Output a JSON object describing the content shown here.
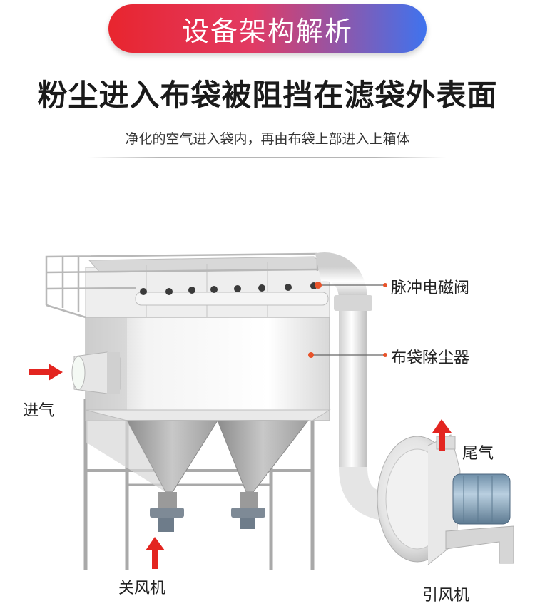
{
  "header": {
    "banner_title": "设备架构解析",
    "headline": "粉尘进入布袋被阻挡在滤袋外表面",
    "subline": "净化的空气进入袋内，再由布袋上部进入上箱体"
  },
  "labels": {
    "pulse_valve": "脉冲电磁阀",
    "bag_filter": "布袋除尘器",
    "inlet": "进气",
    "exhaust": "尾气",
    "airlock": "关风机",
    "fan": "引风机"
  },
  "colors": {
    "arrow": "#e32520",
    "marker": "#e8532a",
    "banner_left": "#e8252e",
    "banner_right": "#3f73ee"
  }
}
